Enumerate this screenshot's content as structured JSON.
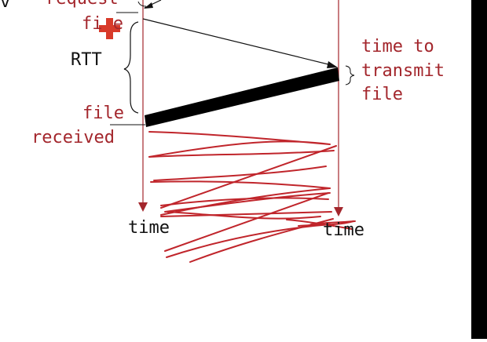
{
  "labels": {
    "edge_char": "v",
    "request": "request",
    "file_partial": "fi e",
    "rtt": "RTT",
    "time_to": "time to",
    "transmit": "transmit",
    "file_tt": "file",
    "file_rcv": "file",
    "received": "received",
    "time_left": "time",
    "time_right": "time"
  },
  "colors": {
    "annotation_red": "#a3262c",
    "scribble_red": "#c0252b",
    "line_dark": "#111111",
    "cursor_red": "#d83a2a"
  },
  "icons": {
    "cursor": "plus-cursor-icon"
  }
}
